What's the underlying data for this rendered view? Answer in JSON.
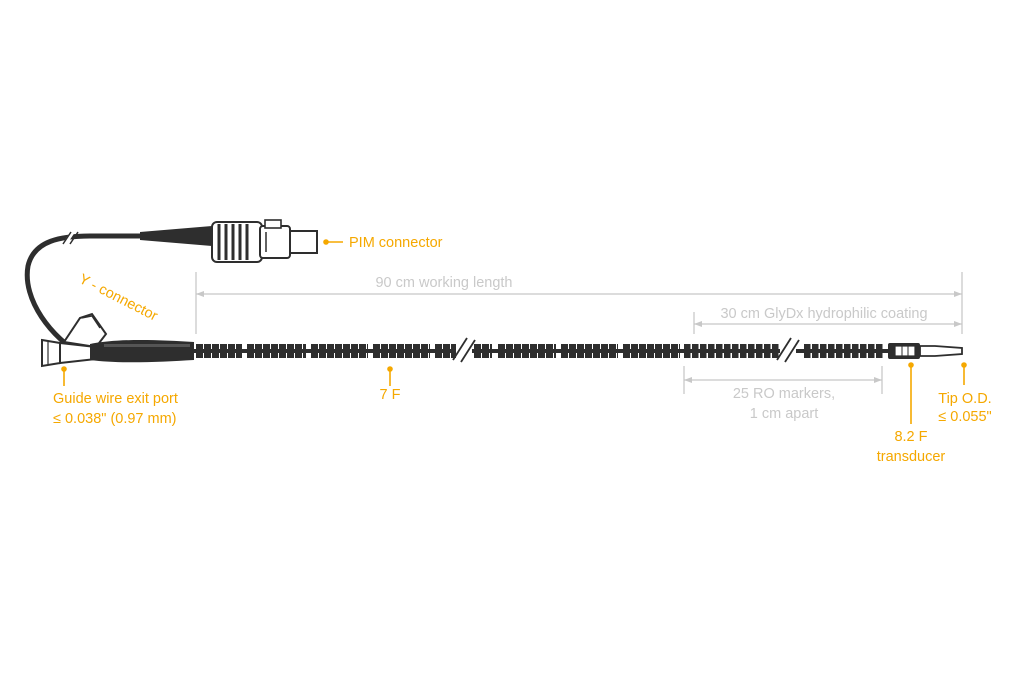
{
  "labels": {
    "pim_connector": "PIM connector",
    "y_connector": "Y - connector",
    "working_length": "90 cm working length",
    "coating": "30 cm GlyDx hydrophilic coating",
    "guide_wire_line1": "Guide wire exit port",
    "guide_wire_line2": "≤ 0.038\" (0.97 mm)",
    "french_size": "7 F",
    "markers_line1": "25 RO markers,",
    "markers_line2": "1 cm apart",
    "transducer_line1": "8.2 F",
    "transducer_line2": "transducer",
    "tip_line1": "Tip O.D.",
    "tip_line2": "≤ 0.055\""
  },
  "colors": {
    "accent": "#f5a800",
    "catheter": "#2e2e2e",
    "dimension_line": "#c8c8c8"
  }
}
